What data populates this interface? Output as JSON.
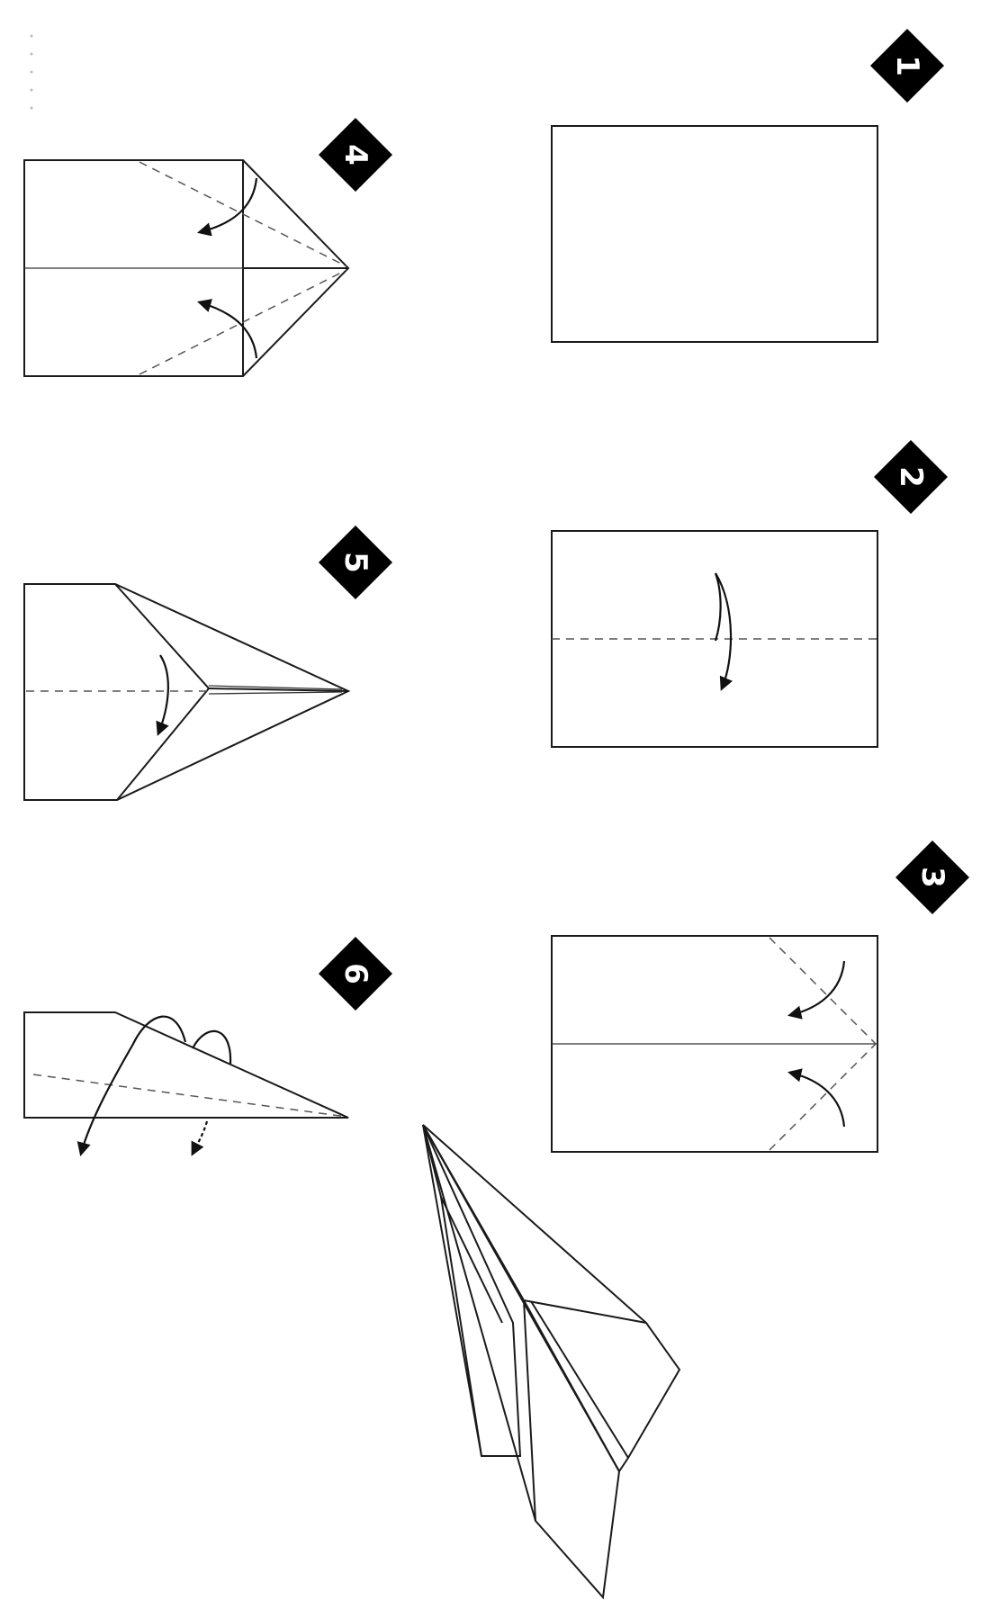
{
  "steps": [
    {
      "number": "1"
    },
    {
      "number": "2"
    },
    {
      "number": "3"
    },
    {
      "number": "4"
    },
    {
      "number": "5"
    },
    {
      "number": "6"
    }
  ],
  "colors": {
    "ink": "#1a1a1a",
    "badge": "#000000",
    "badge_text": "#ffffff",
    "background": "#ffffff"
  },
  "icons": [
    "fold-arrow-icon",
    "step-badge-icon"
  ]
}
